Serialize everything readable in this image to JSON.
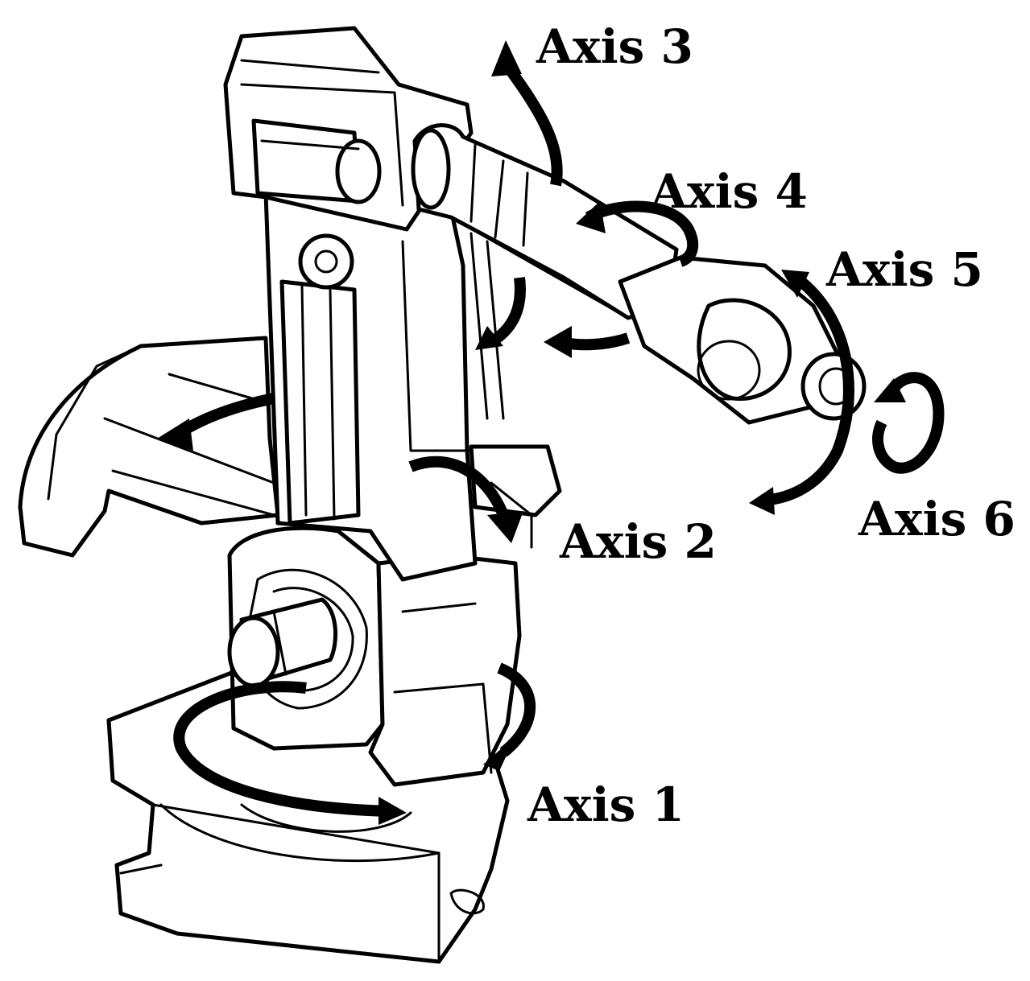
{
  "labels": {
    "axis1": "Axis 1",
    "axis2": "Axis 2",
    "axis3": "Axis 3",
    "axis4": "Axis 4",
    "axis5": "Axis 5",
    "axis6": "Axis 6"
  },
  "colors": {
    "line": "#000000",
    "background": "#ffffff"
  }
}
